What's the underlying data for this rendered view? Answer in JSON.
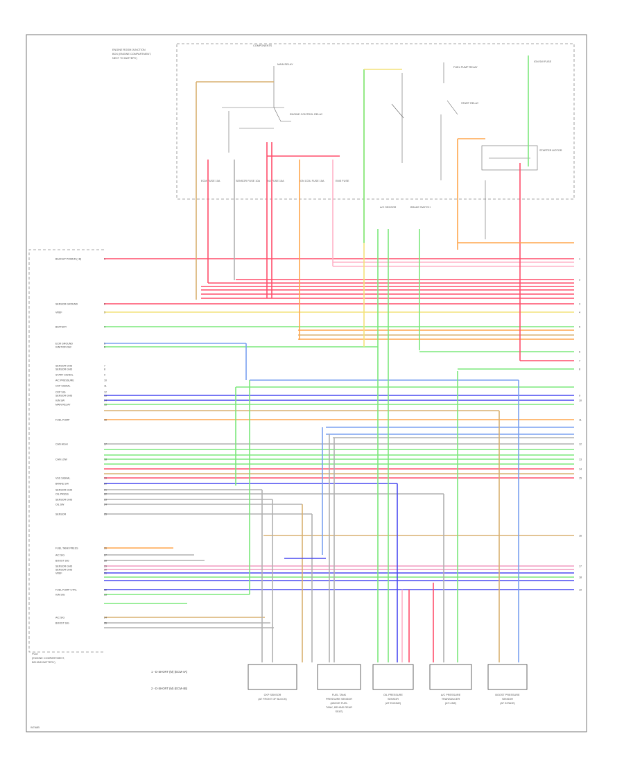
{
  "diagram": {
    "page_code": "W7A8B",
    "notes": [
      "1 - D-SHORT (M) (ECM-4A)",
      "2 - D-SHORT (M) (ECM-4B)"
    ],
    "ecm_label": [
      "PCM",
      "(ENGINE COMPARTMENT,",
      "BEHIND BATTERY)"
    ],
    "relay_box_label": [
      "ENGINE ROOM JUNCTION",
      "BOX (ENGINE COMPARTMENT,",
      "NEXT TO BATTERY)"
    ],
    "relay_box_title": "COMPONENTS",
    "top_components": [
      "MAIN RELAY",
      "ENGINE CONTROL RELAY",
      "ECM FUSE 10A",
      "SENSOR FUSE 10A",
      "INJ FUSE 15A",
      "IGN COIL FUSE 15A",
      "EMS FUSE",
      "FUEL PUMP RELAY",
      "START RELAY",
      "IGN SW FUSE",
      "STARTER MOTOR",
      "A/C SENSOR",
      "BRAKE SWITCH"
    ],
    "bottom_components": [
      [
        "CKP SENSOR",
        "(AT FRONT OF BLOCK)"
      ],
      [
        "FUEL TANK",
        "PRESSURE SENSOR",
        "(ABOVE FUEL",
        "TANK, BEHIND REAR",
        "SEAT)"
      ],
      [
        "OIL PRESSURE",
        "SENSOR",
        "(AT ENGINE)"
      ],
      [
        "A/C PRESSURE",
        "TRANSDUCER",
        "(AT LINE)"
      ],
      [
        "BOOST PRESSURE",
        "SENSOR",
        "(AT INTAKE)"
      ]
    ]
  },
  "chart_data": {
    "type": "wiring-diagram",
    "left_labels": [
      "BACKUP POWER (+B)",
      "SENSOR GROUND",
      "VREF",
      "BATTERY",
      "ECM GROUND",
      "IGNITION SW",
      "SENSOR GND",
      "SENSOR GND",
      "START SIGNAL",
      "A/C PRESSURE",
      "CKP SIGNAL",
      "CKP SIG",
      "SENSOR GND",
      "IGN SW",
      "MAIN RELAY",
      "FUEL PUMP",
      "CAN HIGH",
      "CAN LOW",
      "VSS SIGNAL",
      "BRAKE SW",
      "SENSOR GND",
      "OIL PRESS",
      "SENSOR GND",
      "OIL SW",
      "SENSOR",
      "FUEL TANK PRESS",
      "A/C SIG",
      "BOOST SIG",
      "SENSOR GND",
      "SENSOR GND",
      "VREF",
      "FUEL PUMP CTRL",
      "IGN SIG",
      "A/C SIG",
      "BOOST SIG"
    ],
    "wire_colors": [
      "RED/BLK",
      "BLK",
      "YEL",
      "BLU",
      "GRN/WHT",
      "ORG",
      "GRY",
      "WHT/GRN",
      "RED",
      "PNK",
      "GRN",
      "BLU/WHT",
      "LT GRN",
      "BRN",
      "VIO",
      "TAN",
      "GRY/BLK",
      "BLK/WHT",
      "RED/WHT",
      "ORG/BLK"
    ]
  }
}
